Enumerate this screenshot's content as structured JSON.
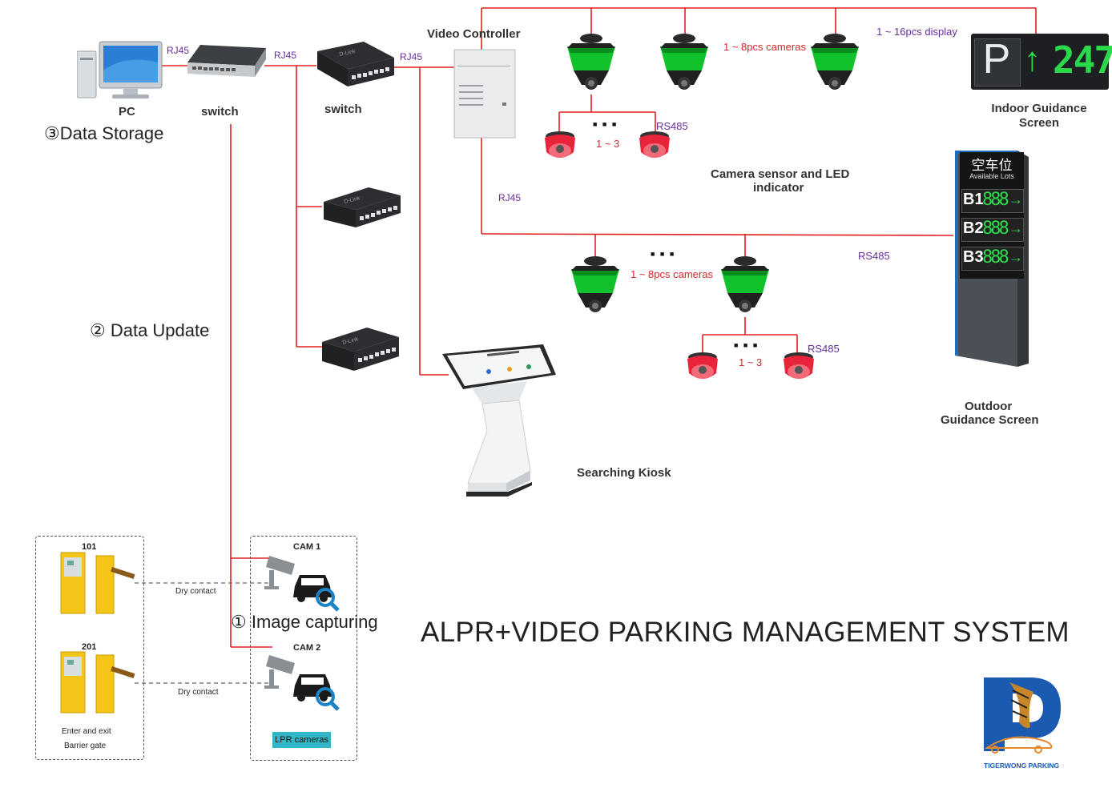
{
  "title": "ALPR+VIDEO PARKING MANAGEMENT SYSTEM",
  "steps": {
    "data_storage": "③Data Storage",
    "data_update": "②  Data Update",
    "image_capturing": "①  Image capturing"
  },
  "devices": {
    "pc": "PC",
    "switch1": "switch",
    "switch2": "switch",
    "video_controller": "Video Controller",
    "indoor_screen": "Indoor Guidance Screen",
    "outdoor_screen_line1": "Outdoor",
    "outdoor_screen_line2": "Guidance Screen",
    "camera_sensor_line1": "Camera sensor and LED",
    "camera_sensor_line2": "indicator",
    "kiosk": "Searching Kiosk"
  },
  "connections": {
    "rj45_a": "RJ45",
    "rj45_b": "RJ45",
    "rj45_c": "RJ45",
    "rj45_d": "RJ45",
    "rs485_a": "RS485",
    "rs485_b": "RS485",
    "rs485_c": "RS485",
    "display_count": "1 ~ 16pcs display",
    "cameras_top": "1 ~ 8pcs cameras",
    "cameras_bottom": "1 ~ 8pcs cameras",
    "sensors_top": "1 ~ 3",
    "sensors_bottom": "1 ~ 3",
    "dots": "■  ■  ■"
  },
  "indoor_display": {
    "p": "P",
    "arrow": "↑",
    "value": "247"
  },
  "outdoor_display": {
    "header_cn": "空车位",
    "header_en": "Available Lots",
    "rows": [
      {
        "floor": "B1",
        "value": "888",
        "arrow": "→"
      },
      {
        "floor": "B2",
        "value": "888",
        "arrow": "→"
      },
      {
        "floor": "B3",
        "value": "888",
        "arrow": "→"
      }
    ]
  },
  "gates": {
    "gate1": "101",
    "gate2": "201",
    "caption_line1": "Enter and exit",
    "caption_line2": "Barrier gate",
    "dry_contact1": "Dry contact",
    "dry_contact2": "Dry contact"
  },
  "cams": {
    "cam1": "CAM 1",
    "cam2": "CAM 2",
    "caption": "LPR cameras"
  },
  "logo": {
    "text": "TIGERWONG PARKING"
  },
  "colors": {
    "wire": "#e0201f",
    "led_green": "#10c22c",
    "led_red": "#e8243a",
    "display_green": "#2bd84a",
    "lpr_badge": "#33b5c8",
    "logo_blue": "#1a5ab0"
  }
}
